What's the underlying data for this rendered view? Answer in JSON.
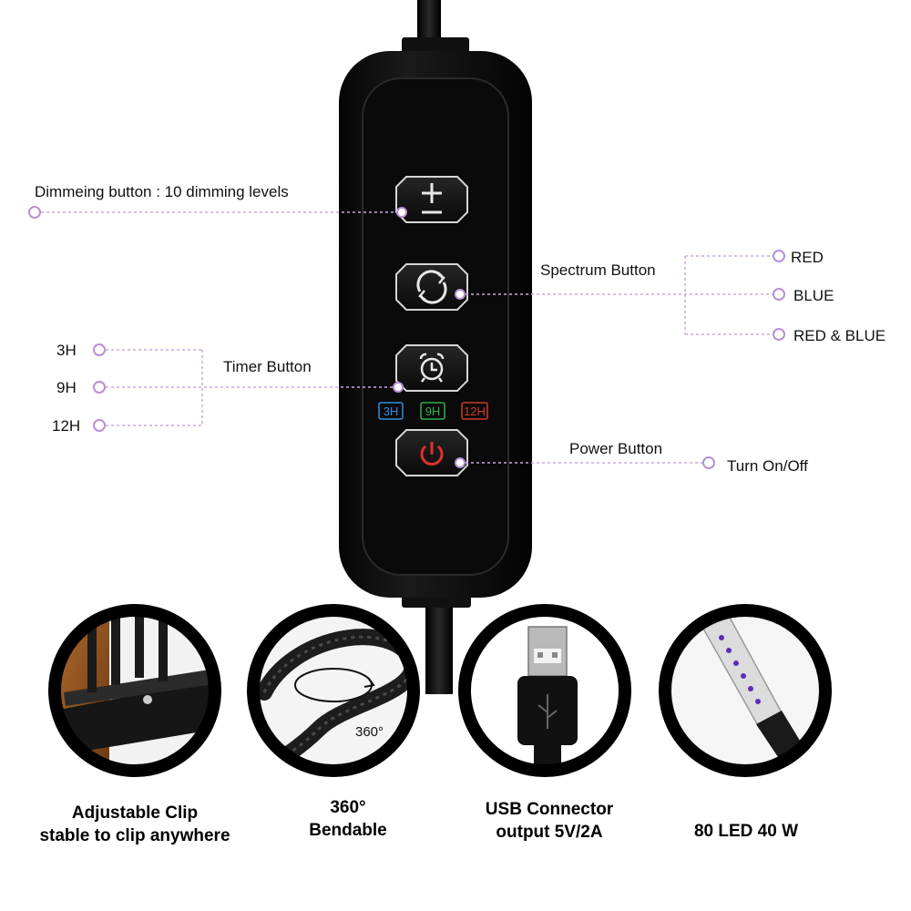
{
  "controller": {
    "dimming": {
      "label": "Dimmeing button : 10 dimming levels",
      "icon": "plus-minus-icon"
    },
    "spectrum": {
      "label": "Spectrum Button",
      "icon": "cycle-icon",
      "options": [
        "RED",
        "BLUE",
        "RED & BLUE"
      ]
    },
    "timer": {
      "label": "Timer Button",
      "icon": "alarm-clock-icon",
      "options": [
        "3H",
        "9H",
        "12H"
      ],
      "indicators": [
        {
          "text": "3H",
          "color": "#2f8fe0"
        },
        {
          "text": "9H",
          "color": "#2fb04a"
        },
        {
          "text": "12H",
          "color": "#d23a2a"
        }
      ]
    },
    "power": {
      "label": "Power Button",
      "action": "Turn On/Off",
      "icon": "power-icon",
      "color": "#e03030"
    }
  },
  "features": [
    {
      "line1": "Adjustable Clip",
      "line2": "stable to clip anywhere",
      "icon": "clip-icon"
    },
    {
      "line1": "360°",
      "line2": "Bendable",
      "icon": "gooseneck-icon",
      "badge": "360°"
    },
    {
      "line1": "USB Connector",
      "line2": "output 5V/2A",
      "icon": "usb-plug-icon"
    },
    {
      "line1": "80 LED 40 W",
      "line2": "",
      "icon": "led-bar-icon"
    }
  ],
  "colors": {
    "leader": "#c9a8df",
    "leader_dot": "#b690d4",
    "device": "#0d0d0d"
  }
}
